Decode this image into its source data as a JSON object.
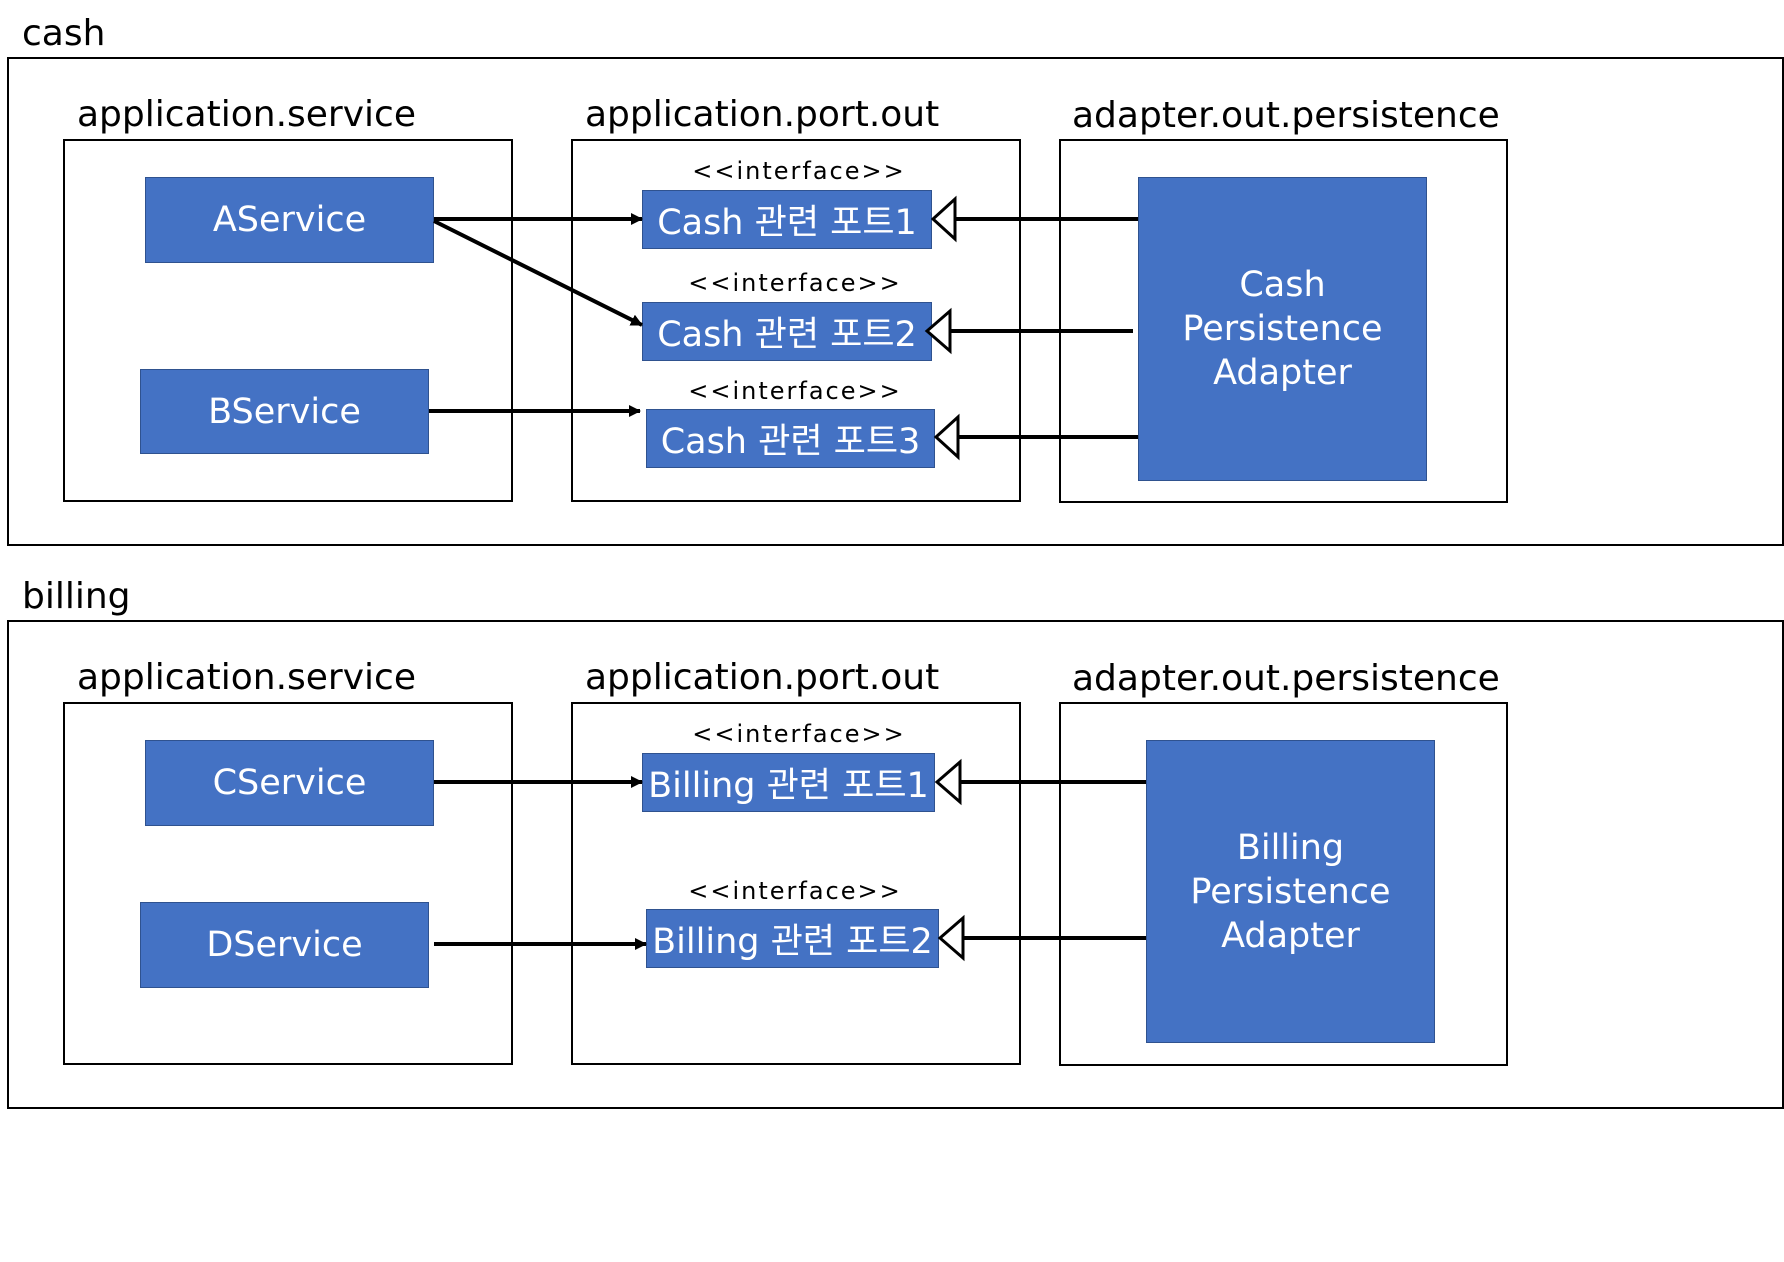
{
  "modules": [
    {
      "id": "cash",
      "label": "cash",
      "packages": [
        "application.service",
        "application.port.out",
        "adapter.out.persistence"
      ],
      "services": [
        "AService",
        "BService"
      ],
      "stereotype": "<<interface>>",
      "ports": [
        "Cash 관련 포트1",
        "Cash 관련 포트2",
        "Cash 관련 포트3"
      ],
      "adapter": [
        "Cash",
        "Persistence",
        "Adapter"
      ],
      "uses": [
        {
          "from": "AService",
          "to": "Cash 관련 포트1"
        },
        {
          "from": "AService",
          "to": "Cash 관련 포트2"
        },
        {
          "from": "BService",
          "to": "Cash 관련 포트3"
        }
      ],
      "implements": [
        {
          "from": "Cash Persistence Adapter",
          "to": "Cash 관련 포트1"
        },
        {
          "from": "Cash Persistence Adapter",
          "to": "Cash 관련 포트2"
        },
        {
          "from": "Cash Persistence Adapter",
          "to": "Cash 관련 포트3"
        }
      ]
    },
    {
      "id": "billing",
      "label": "billing",
      "packages": [
        "application.service",
        "application.port.out",
        "adapter.out.persistence"
      ],
      "services": [
        "CService",
        "DService"
      ],
      "stereotype": "<<interface>>",
      "ports": [
        "Billing 관련 포트1",
        "Billing 관련 포트2"
      ],
      "adapter": [
        "Billing",
        "Persistence",
        "Adapter"
      ],
      "uses": [
        {
          "from": "CService",
          "to": "Billing 관련 포트1"
        },
        {
          "from": "DService",
          "to": "Billing 관련 포트2"
        }
      ],
      "implements": [
        {
          "from": "Billing Persistence Adapter",
          "to": "Billing 관련 포트1"
        },
        {
          "from": "Billing Persistence Adapter",
          "to": "Billing 관련 포트2"
        }
      ]
    }
  ],
  "colors": {
    "box_fill": "#4472C4",
    "box_border": "#2F528F",
    "box_text": "#FFFFFF",
    "line": "#000000"
  }
}
